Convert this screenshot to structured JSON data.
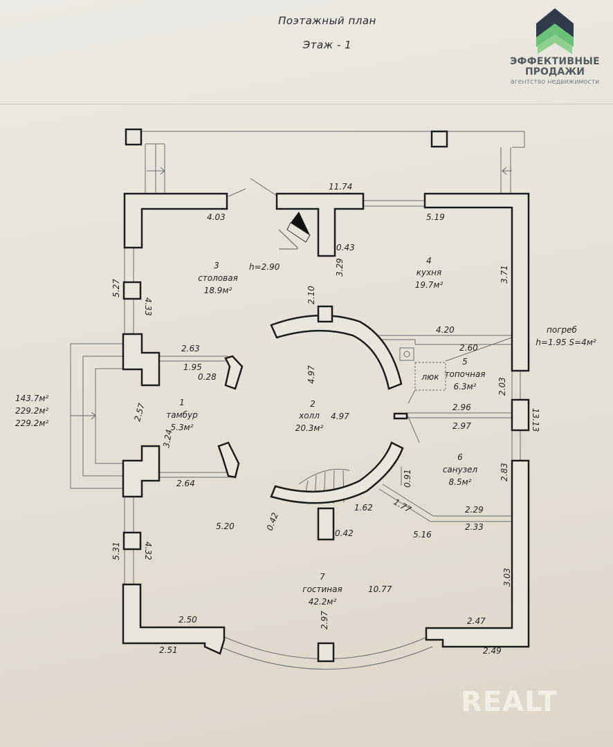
{
  "header": {
    "title": "Поэтажный план",
    "subtitle": "Этаж - 1"
  },
  "logo": {
    "line1": "ЭФФЕКТИВНЫЕ",
    "line2": "ПРОДАЖИ",
    "line3": "агентство недвижимости",
    "colors": {
      "dark": "#2f3a4a",
      "green": "#6cc17a",
      "light_green": "#a9dba8"
    }
  },
  "watermark": "REALT",
  "summary_areas": [
    "143.7м²",
    "229.2м²",
    "229.2м²"
  ],
  "ceiling_height": "h=2.90",
  "rooms": [
    {
      "number": "1",
      "name": "тамбур",
      "area": "5.3м²"
    },
    {
      "number": "2",
      "name": "холл",
      "area": "20.3м²"
    },
    {
      "number": "3",
      "name": "столовая",
      "area": "18.9м²"
    },
    {
      "number": "4",
      "name": "кухня",
      "area": "19.7м²"
    },
    {
      "number": "5",
      "name": "топочная",
      "area": "6.3м²"
    },
    {
      "number": "6",
      "name": "санузел",
      "area": "8.5м²"
    },
    {
      "number": "7",
      "name": "гостиная",
      "area": "42.2м²"
    }
  ],
  "cellar": {
    "label": "погреб",
    "spec": "h=1.95 S=4м²",
    "hatch": "люк"
  },
  "dimensions": {
    "top_total": "11.74",
    "dining_top": "4.03",
    "kitchen_top": "5.19",
    "kitchen_right": "3.71",
    "pillar_w": "0.43",
    "pillar_h": "3.29",
    "hall_to_dining": "2.10",
    "left_outer_upper": "5.27",
    "left_inner_upper": "4.33",
    "vest_top": "2.63",
    "vest_inner": "1.95",
    "vest_door": "0.28",
    "vest_diag": "2.57",
    "vest_side": "3.24",
    "vest_bottom": "2.64",
    "hall_v": "4.97",
    "hall_h": "4.97",
    "boiler_top": "4.20",
    "boiler_inner": "2.60",
    "boiler_right": "2.03",
    "boiler_bottom": "2.96",
    "bath_top": "2.97",
    "right_total": "13.13",
    "bath_right": "2.83",
    "bath_step": "0.91",
    "bath_bottom_in": "2.29",
    "bath_bottom_out": "2.33",
    "bath_diag": "1.77",
    "stair_arc": "1.62",
    "stair_wall": "0.42",
    "stair_pillar": "0.42",
    "living_left": "5.20",
    "living_mid": "5.16",
    "living_width": "10.77",
    "living_depth": "2.97",
    "left_outer_lower": "5.31",
    "left_inner_lower": "4.32",
    "living_right": "3.03",
    "bottom_left_in": "2.50",
    "bottom_left_out": "2.51",
    "bottom_right_in": "2.47",
    "bottom_right_out": "2.49"
  }
}
